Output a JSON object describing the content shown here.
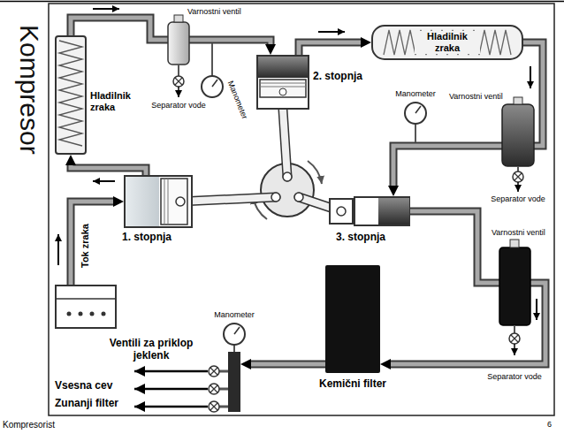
{
  "diagram": {
    "title": "Kompresor",
    "nodes": [
      {
        "text": [
          "Hladilnik zraka"
        ]
      },
      {
        "text": [
          "2. stopnja"
        ]
      },
      {
        "text": [
          "Hladilnik zraka"
        ]
      },
      {
        "text": [
          "1. stopnja"
        ]
      },
      {
        "text": [
          "3. stopnja"
        ]
      },
      {
        "text": [
          "Kemični filter"
        ]
      },
      {
        "text": [
          "Ventili za priklop jeklenk"
        ]
      },
      {
        "text": [
          "Vsesna cev",
          "Zunanji filter"
        ]
      }
    ],
    "edges": [
      {
        "from": 7,
        "to": 3,
        "arrow": "to"
      },
      {
        "from": 3,
        "to": 0,
        "arrow": "to"
      },
      {
        "from": 0,
        "to": 1,
        "arrow": "to"
      },
      {
        "from": 1,
        "to": 2,
        "arrow": "to"
      },
      {
        "from": 2,
        "to": 4,
        "arrow": "to"
      },
      {
        "from": 4,
        "to": 5,
        "arrow": "to"
      },
      {
        "from": 5,
        "to": 6,
        "arrow": "to"
      }
    ],
    "labels": [
      "Varnostni ventil",
      "Manometer",
      "Separator vode",
      "Varnostni ventil",
      "Manometer",
      "Separator vode",
      "Varnostni ventil",
      "Separator vode",
      "Manometer",
      "Tok zraka",
      "Kompresorist",
      "6"
    ]
  }
}
